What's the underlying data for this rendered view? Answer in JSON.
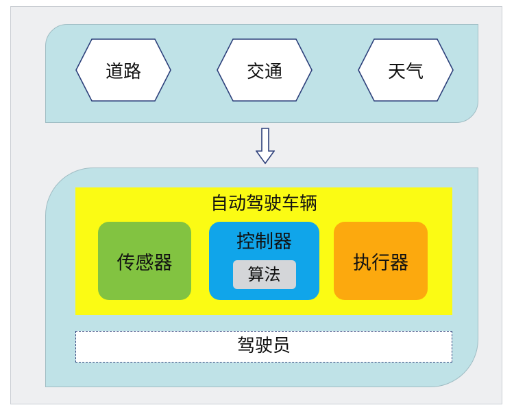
{
  "diagram": {
    "environment": {
      "items": [
        {
          "label": "道路"
        },
        {
          "label": "交通"
        },
        {
          "label": "天气"
        }
      ]
    },
    "vehicle": {
      "title": "自动驾驶车辆",
      "sensor": "传感器",
      "controller": "控制器",
      "algorithm": "算法",
      "actuator": "执行器"
    },
    "driver": "驾驶员"
  },
  "colors": {
    "panel": "#bfe2e7",
    "vehicle_box": "#fbfb14",
    "sensor": "#82c341",
    "controller": "#10a5ea",
    "actuator": "#fca90e",
    "algorithm": "#d4d6d9",
    "hexagon_border": "#2c3f7a"
  }
}
